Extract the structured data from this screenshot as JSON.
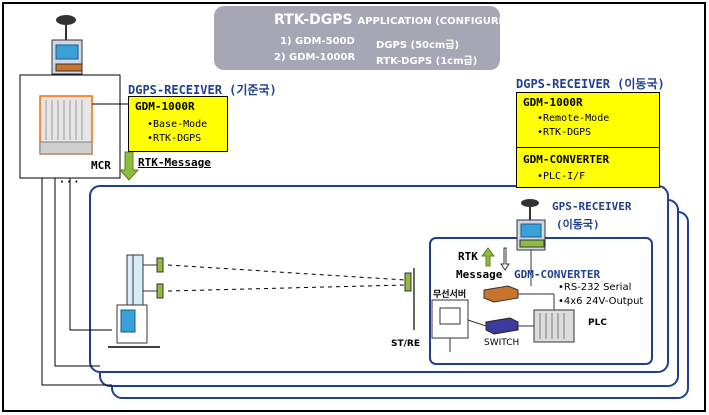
{
  "title": {
    "main": "RTK-DGPS",
    "sub": "APPLICATION (CONFIGURE)",
    "line1_left": "1) GDM-500D",
    "line1_right": "DGPS (50cm급)",
    "line2_left": "2) GDM-1000R",
    "line2_right": "RTK-DGPS (1cm급)"
  },
  "base_station": {
    "header": "DGPS-RECEIVER (기준국)",
    "model": "GDM-1000R",
    "items": [
      "•Base-Mode",
      "•RTK-DGPS"
    ],
    "mcr_label": "MCR",
    "dots": "· · ·",
    "rtk_message": "RTK-Message"
  },
  "mobile_station": {
    "header": "DGPS-RECEIVER (이동국)",
    "model": "GDM-1000R",
    "items": [
      "•Remote-Mode",
      "•RTK-DGPS"
    ],
    "converter_title": "GDM-CONVERTER",
    "converter_items": [
      "•PLC-I/F"
    ]
  },
  "field": {
    "gps_receiver": "GPS-RECEIVER",
    "gps_receiver_sub": "(이동국)",
    "rtk_label": "RTK",
    "message_label": "Message",
    "converter_label": "GDM-CONVERTER",
    "rs232": "•RS-232 Serial",
    "output": "•4x6 24V-Output",
    "plc": "PLC",
    "switch": "SWITCH",
    "wireless": "무선서버",
    "st_re": "ST/RE"
  },
  "colors": {
    "yellow": "#ffff00",
    "navy": "#1f3f8f",
    "title_bg": "#a6a6b5",
    "arrow_green": "#8fbc3f",
    "converter_orange": "#c8742c",
    "switch_purple": "#3b3b9c"
  }
}
